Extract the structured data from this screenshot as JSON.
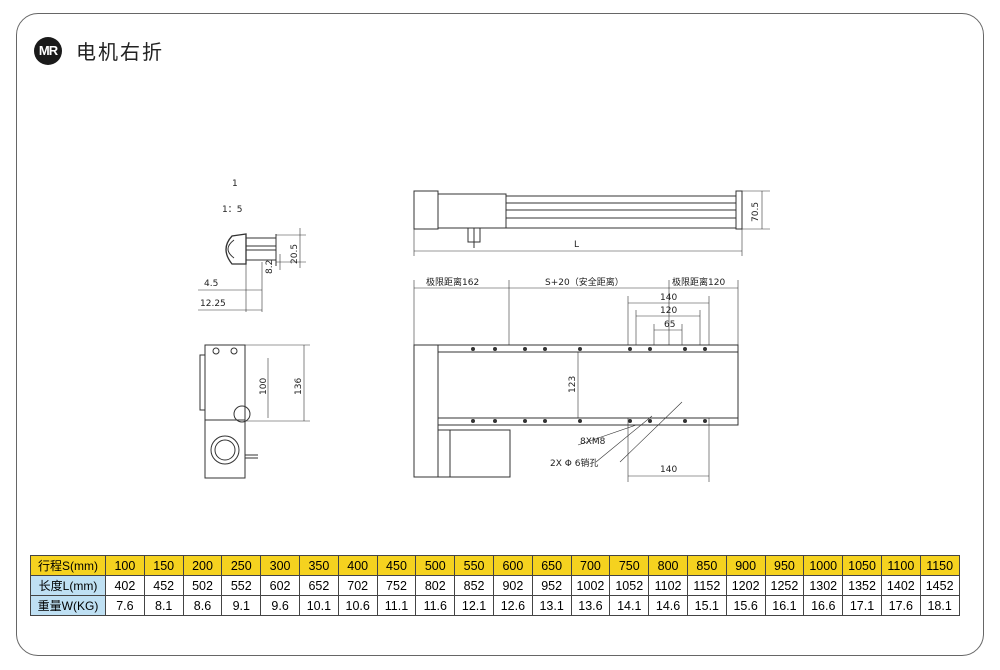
{
  "header": {
    "logo": "MR",
    "title": "电机右折"
  },
  "drawing": {
    "side_scale_top": "1",
    "side_scale_bottom": "1：5",
    "dim_20_5": "20.5",
    "dim_8_2": "8.2",
    "dim_4_5": "4.5",
    "dim_12_25": "12.25",
    "dim_100": "100",
    "dim_136": "136",
    "dim_70_5": "70.5",
    "dim_L": "L",
    "limit_left": "极限距离162",
    "stroke_label": "S+20（安全距离）",
    "limit_right": "极限距离120",
    "dim_140_top": "140",
    "dim_120": "120",
    "dim_65": "65",
    "dim_123": "123",
    "screw_label": "8XM8",
    "pin_label": "2X Φ 6销孔",
    "dim_140_bottom": "140"
  },
  "spec_table": {
    "rows": [
      {
        "label": "行程S(mm)",
        "values": [
          "100",
          "150",
          "200",
          "250",
          "300",
          "350",
          "400",
          "450",
          "500",
          "550",
          "600",
          "650",
          "700",
          "750",
          "800",
          "850",
          "900",
          "950",
          "1000",
          "1050",
          "1100",
          "1150"
        ]
      },
      {
        "label": "长度L(mm)",
        "values": [
          "402",
          "452",
          "502",
          "552",
          "602",
          "652",
          "702",
          "752",
          "802",
          "852",
          "902",
          "952",
          "1002",
          "1052",
          "1102",
          "1152",
          "1202",
          "1252",
          "1302",
          "1352",
          "1402",
          "1452"
        ]
      },
      {
        "label": "重量W(KG)",
        "values": [
          "7.6",
          "8.1",
          "8.6",
          "9.1",
          "9.6",
          "10.1",
          "10.6",
          "11.1",
          "11.6",
          "12.1",
          "12.6",
          "13.1",
          "13.6",
          "14.1",
          "14.6",
          "15.1",
          "15.6",
          "16.1",
          "16.6",
          "17.1",
          "17.6",
          "18.1"
        ]
      }
    ]
  },
  "colors": {
    "stroke_row": "#f5d21f",
    "header_cell": "#bfe0f3",
    "line": "#333333"
  }
}
